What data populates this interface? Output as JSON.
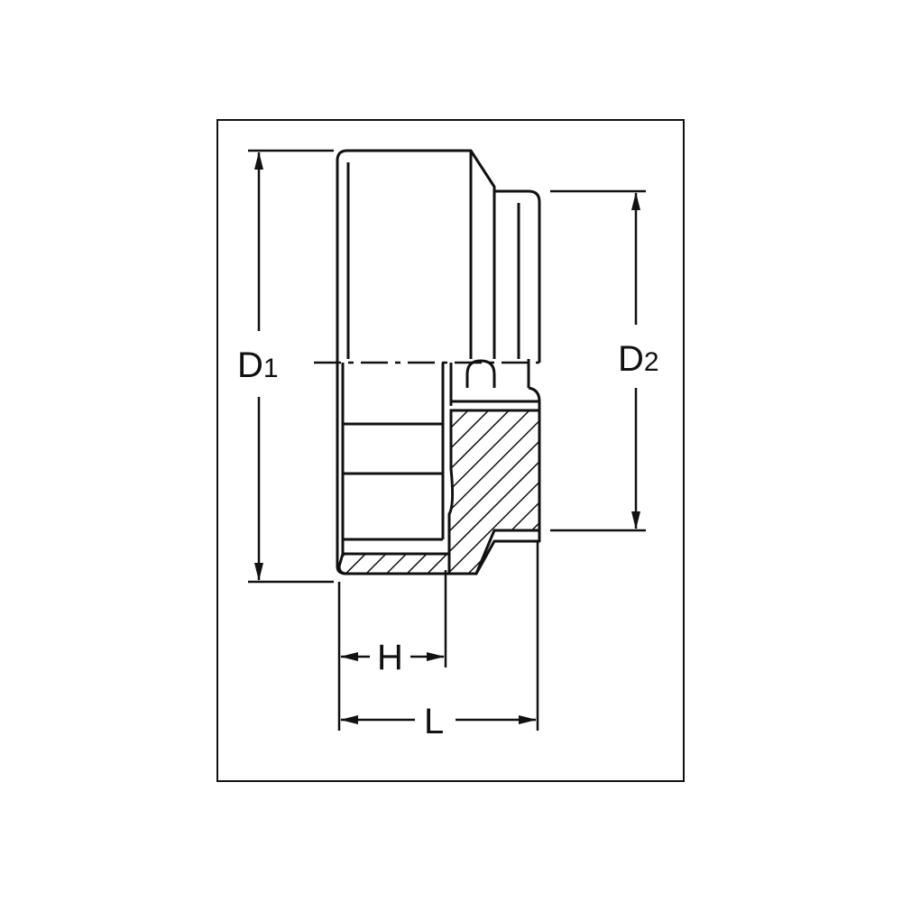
{
  "diagram": {
    "type": "socket cross-section technical drawing",
    "colors": {
      "ink": "#111111",
      "background": "#ffffff"
    },
    "labels": {
      "d1_main": "D",
      "d1_sub": "1",
      "d2_main": "D",
      "d2_sub": "2",
      "h": "H",
      "l": "L"
    }
  }
}
